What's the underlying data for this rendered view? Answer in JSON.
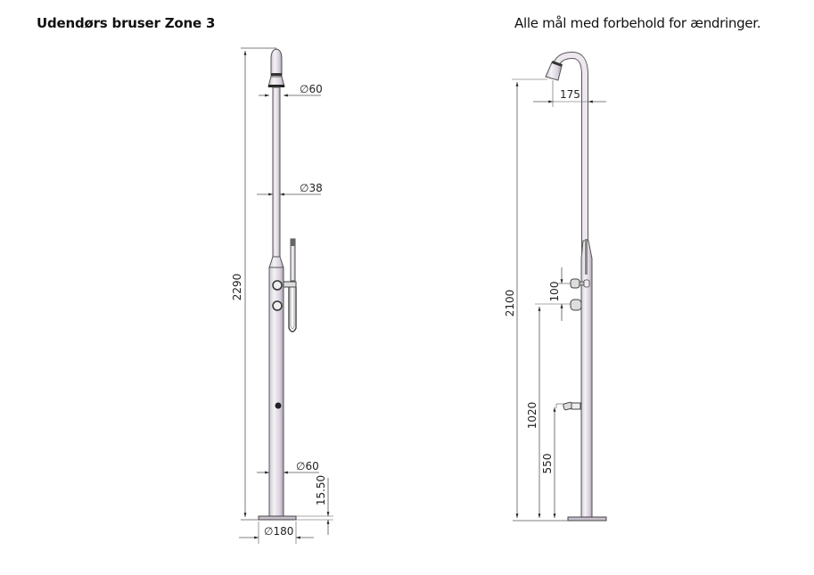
{
  "header": {
    "title": "Udendørs bruser Zone 3",
    "disclaimer": "Alle mål med forbehold for ændringer."
  },
  "front_view": {
    "dimensions": {
      "head_diameter": "∅60",
      "pipe_diameter": "∅38",
      "lower_diameter": "∅60",
      "base_diameter": "∅180",
      "total_height": "2290",
      "base_height": "15.50"
    }
  },
  "side_view": {
    "dimensions": {
      "head_projection": "175",
      "head_height": "2100",
      "valve_spacing": "100",
      "valve_height": "1020",
      "foot_tap_height": "550"
    }
  },
  "colors": {
    "line": "#555555",
    "pipe_fill": "#e8e4ea",
    "pipe_shade": "#b8aec0",
    "text": "#222222"
  }
}
